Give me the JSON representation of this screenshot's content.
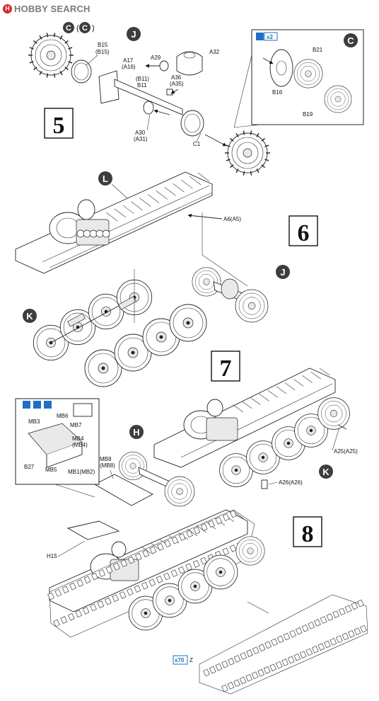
{
  "header": {
    "logo_text": "HOBBY SEARCH"
  },
  "steps": [
    {
      "number": "5"
    },
    {
      "number": "6"
    },
    {
      "number": "7"
    },
    {
      "number": "8"
    }
  ],
  "circle_markers": {
    "c_pair_left": "C",
    "c_pair_right": "C",
    "c_inset": "C",
    "j_step5": "J",
    "l_step6": "L",
    "j_step6": "J",
    "k_step6": "K",
    "h_step7": "H",
    "k_step7": "K"
  },
  "labels": {
    "c_paren_open": "(",
    "c_paren_close": ")",
    "b15": "B15",
    "b15_alt": "(B15)",
    "a17": "A17",
    "a17_alt": "(A16)",
    "a29": "A29",
    "a32": "A32",
    "a36": "A36",
    "a36_alt": "(A35)",
    "b11_alt": "(B11)",
    "b11": "B11",
    "a30": "A30",
    "a30_alt": "(A31)",
    "c1": "C1",
    "inset_multiplier": "x2",
    "b21": "B21",
    "b16": "B16",
    "b19": "B19",
    "a6": "A6(A5)",
    "mb6": "MB6",
    "mb3": "MB3",
    "mb7": "MB7",
    "mb4": "MB4",
    "mb4_alt": "(MB4)",
    "b27": "B27",
    "mb5": "MB5",
    "mb1": "MB1(MB2)",
    "mb8": "MB8",
    "mb8_alt": "(MB8)",
    "a25": "A25(A25)",
    "a26": "A26(A26)",
    "h15": "H15",
    "track_multiplier": "x70",
    "track_suffix": "Z"
  },
  "colors": {
    "marker_fill": "#3d3d3d",
    "blue_icon": "#1f6fc4",
    "step_box_border": "#111111"
  }
}
